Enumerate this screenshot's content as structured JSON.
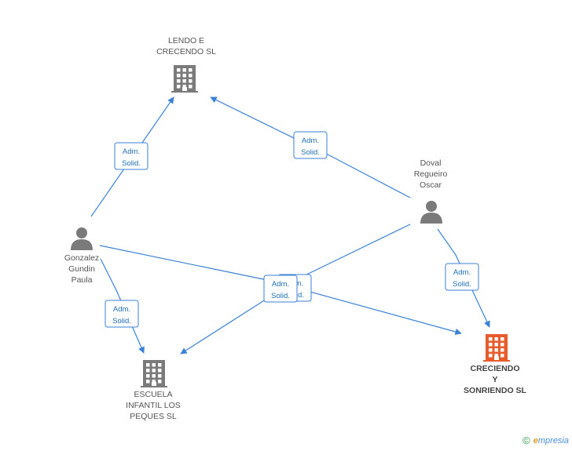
{
  "colors": {
    "edge": "#3b82d6",
    "node_gray": "#7a7a7a",
    "node_highlight": "#e85c2c",
    "badge_text": "#1f6fb5",
    "badge_border": "#3b82d6"
  },
  "nodes": {
    "lendo": {
      "type": "company",
      "lines": [
        "LENDO E",
        "CRECENDO SL"
      ],
      "highlight": false,
      "icon": "building-icon"
    },
    "doval": {
      "type": "person",
      "lines": [
        "Doval",
        "Regueiro",
        "Oscar"
      ],
      "icon": "person-icon"
    },
    "gonzalez": {
      "type": "person",
      "lines": [
        "Gonzalez",
        "Gundin",
        "Paula"
      ],
      "icon": "person-icon"
    },
    "escuela": {
      "type": "company",
      "lines": [
        "ESCUELA",
        "INFANTIL LOS",
        "PEQUES SL"
      ],
      "highlight": false,
      "icon": "building-icon"
    },
    "creciendo": {
      "type": "company",
      "lines": [
        "CRECIENDO",
        "Y",
        "SONRIENDO SL"
      ],
      "highlight": true,
      "icon": "building-icon"
    }
  },
  "edges": [
    {
      "from": "gonzalez",
      "to": "lendo",
      "label": [
        "Adm.",
        "Solid."
      ]
    },
    {
      "from": "doval",
      "to": "lendo",
      "label": [
        "Adm.",
        "Solid."
      ]
    },
    {
      "from": "doval",
      "to": "creciendo",
      "label": [
        "Adm.",
        "Solid."
      ]
    },
    {
      "from": "gonzalez",
      "to": "escuela",
      "label": [
        "Adm.",
        "Solid."
      ]
    },
    {
      "from": "doval",
      "to": "escuela",
      "label": [
        "Adm.",
        "Solid."
      ]
    },
    {
      "from": "gonzalez",
      "to": "creciendo",
      "label": [
        "Adm.",
        "Solid."
      ]
    }
  ],
  "brand": {
    "copyright_symbol": "©",
    "name_initial": "e",
    "name_rest": "mpresia"
  }
}
